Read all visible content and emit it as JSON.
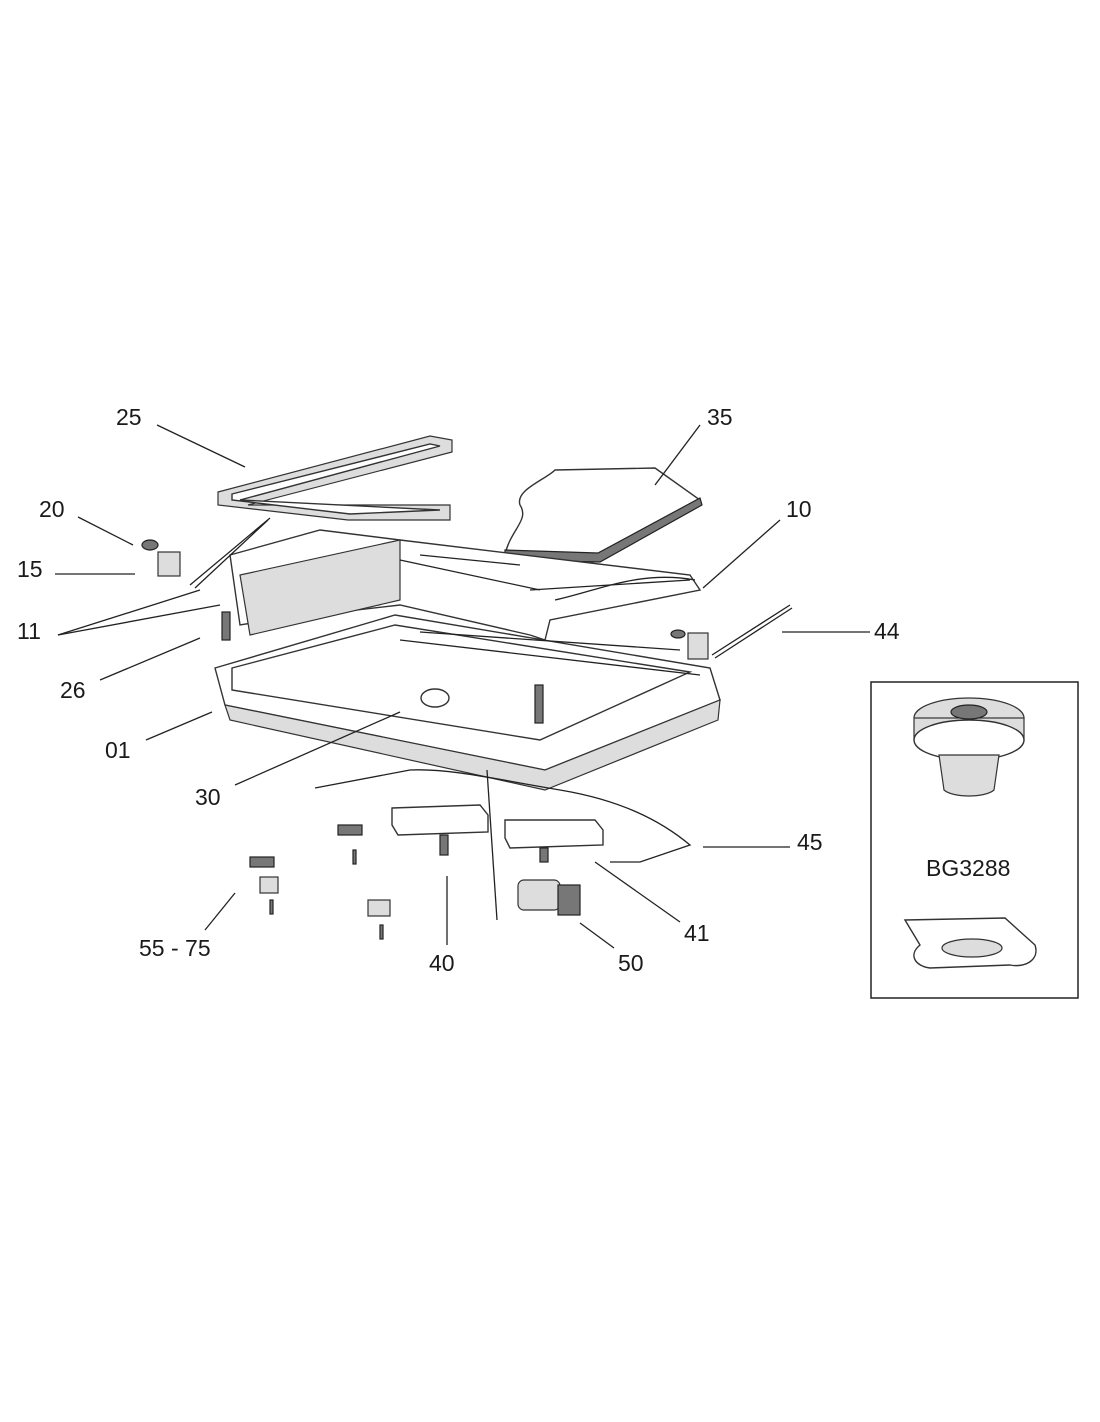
{
  "diagram": {
    "labels": {
      "p25": "25",
      "p35": "35",
      "p20": "20",
      "p10": "10",
      "p15": "15",
      "p11": "11",
      "p44": "44",
      "p26": "26",
      "p01": "01",
      "p30": "30",
      "p45": "45",
      "p55_75": "55 - 75",
      "p40": "40",
      "p41": "41",
      "p50": "50"
    },
    "inset": {
      "label": "BG3288"
    }
  }
}
